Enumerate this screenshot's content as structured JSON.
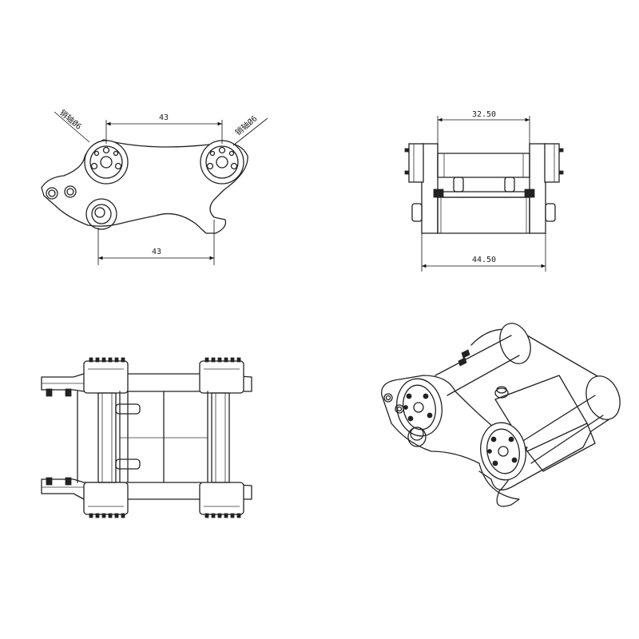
{
  "views": {
    "side": {
      "top_dimension": "43",
      "bottom_dimension": "43",
      "callout_left": "销轴Ø6",
      "callout_right": "销轴Ø6"
    },
    "front": {
      "top_dimension": "32.50",
      "bottom_dimension": "44.50"
    },
    "top": {},
    "isometric": {}
  }
}
